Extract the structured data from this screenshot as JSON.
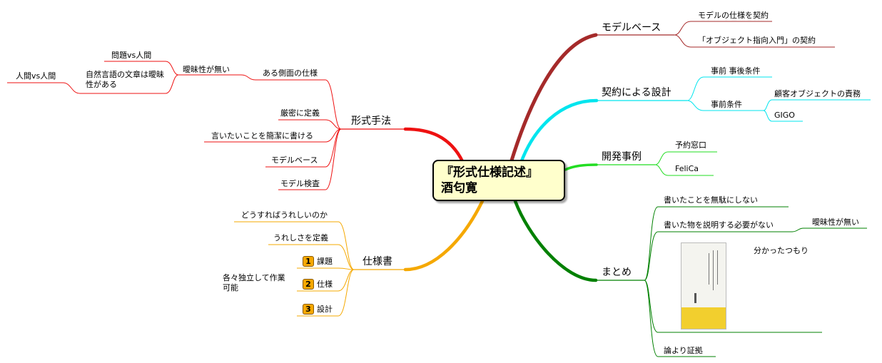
{
  "central": {
    "line1": "『形式仕様記述』",
    "line2": "酒匂寛"
  },
  "branches": {
    "model_base": {
      "label": "モデルベース",
      "color": "#a52a2a",
      "children": [
        "モデルの仕様を契約",
        "「オブジェクト指向入門」の契約"
      ]
    },
    "design_by_contract": {
      "label": "契約による設計",
      "color": "#00e5ee",
      "children": {
        "pre_post": "事前 事後条件",
        "pre": "事前条件",
        "pre_children": [
          "顧客オブジェクトの責務",
          "GIGO"
        ]
      }
    },
    "dev_cases": {
      "label": "開発事例",
      "color": "#22dd22",
      "children": [
        "予約窓口",
        "FeliCa"
      ]
    },
    "summary": {
      "label": "まとめ",
      "color": "#008000",
      "children": {
        "no_waste": "書いたことを無駄にしない",
        "no_explain": "書いた物を説明する必要がない",
        "no_ambiguity": "曖昧性が無い",
        "understood": "分かったつもり",
        "evidence": "論より証拠"
      }
    },
    "formal_methods": {
      "label": "形式手法",
      "color": "#ee1111",
      "children": {
        "aspect": "ある側面の仕様",
        "no_ambiguity": "曖昧性が無い",
        "problem_vs_human": "問題vs人間",
        "natural_language": "自然言語の文章は曖昧性がある",
        "human_vs_human": "人間vs人間",
        "strict": "厳密に定義",
        "concise": "言いたいことを簡潔に書ける",
        "model_base": "モデルベース",
        "model_check": "モデル検査"
      }
    },
    "spec_doc": {
      "label": "仕様書",
      "color": "#f5a800",
      "children": {
        "how_happy": "どうすればうれしいのか",
        "define_happy": "うれしさを定義",
        "items": [
          {
            "num": "1",
            "label": "課題"
          },
          {
            "num": "2",
            "label": "仕様"
          },
          {
            "num": "3",
            "label": "設計"
          }
        ],
        "independent": "各々独立して作業可能"
      }
    }
  }
}
